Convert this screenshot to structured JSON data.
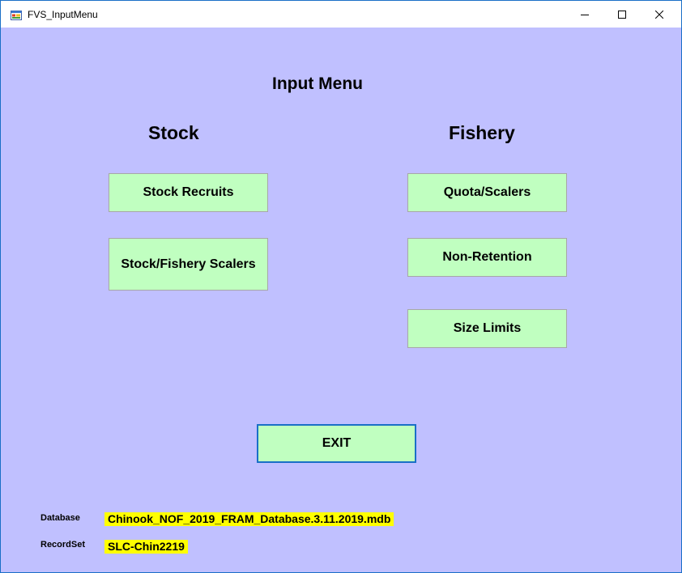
{
  "window": {
    "title": "FVS_InputMenu",
    "app_icon": "windows-form-icon",
    "border_color": "#1a6fc7",
    "background_color": "#c0c0ff"
  },
  "controls": {
    "minimize_icon": "minimize-icon",
    "maximize_icon": "maximize-icon",
    "close_icon": "close-icon"
  },
  "main": {
    "title": "Input Menu",
    "stock_heading": "Stock",
    "fishery_heading": "Fishery"
  },
  "buttons": {
    "stock_recruits": "Stock Recruits",
    "stock_fishery_scalers": "Stock/Fishery Scalers",
    "quota_scalers": "Quota/Scalers",
    "non_retention": "Non-Retention",
    "size_limits": "Size Limits",
    "exit": "EXIT",
    "button_color": "#c0ffc0"
  },
  "footer": {
    "database_label": "Database",
    "database_value": "Chinook_NOF_2019_FRAM_Database.3.11.2019.mdb",
    "recordset_label": "RecordSet",
    "recordset_value": "SLC-Chin2219",
    "highlight_color": "#ffff00"
  }
}
